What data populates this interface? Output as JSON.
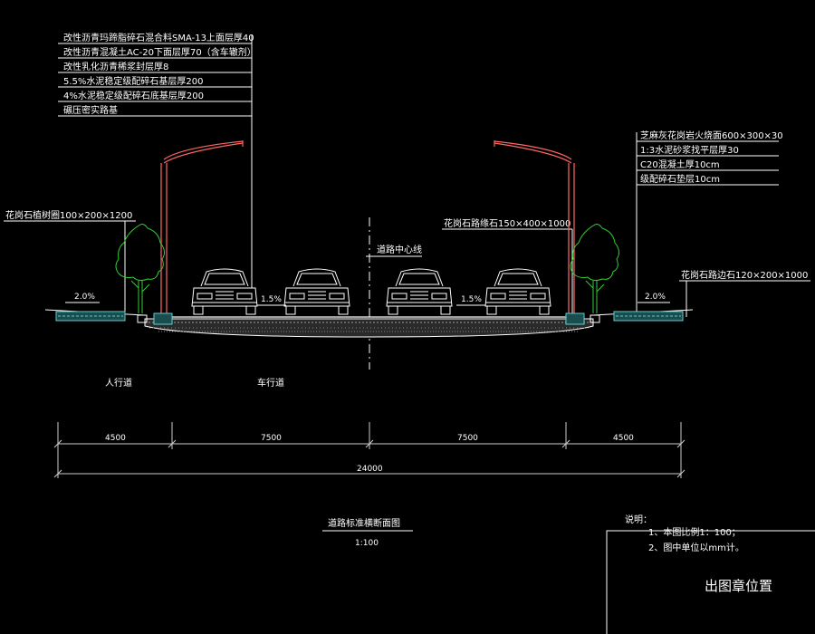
{
  "colors": {
    "background": "#000000",
    "line": "#ffffff",
    "pole": "#ff6666",
    "tree": "#33cc33",
    "ground": "#cccccc",
    "curb_fill": "#66cccc",
    "dimension": "#cccccc"
  },
  "pavement_layers": [
    "改性沥青玛蹄脂碎石混合料SMA-13上面层厚40",
    "改性沥青混凝土AC-20下面层厚70（含车辙剂）",
    "改性乳化沥青稀浆封层厚8",
    "5.5%水泥稳定级配碎石基层厚200",
    "4%水泥稳定级配碎石底基层厚200",
    "碾压密实路基"
  ],
  "sidewalk_layers": [
    "芝麻灰花岗岩火烧面600×300×30",
    "1:3水泥砂浆找平层厚30",
    "C20混凝土厚10cm",
    "级配碎石垫层10cm"
  ],
  "annotations": {
    "tree_pit": "花岗石植树圈100×200×1200",
    "curb_stone": "花岗石路缘石150×400×1000",
    "edge_stone": "花岗石路边石120×200×1000",
    "centerline": "道路中心线",
    "slope_left_walk": "2.0%",
    "slope_left_lane": "1.5%",
    "slope_right_lane": "1.5%",
    "slope_right_walk": "2.0%"
  },
  "zones": {
    "sidewalk": "人行道",
    "carriageway": "车行道"
  },
  "dimensions": {
    "segments": [
      "4500",
      "7500",
      "7500",
      "4500"
    ],
    "total": "24000"
  },
  "title": {
    "main": "道路标准横断面图",
    "scale": "1:100"
  },
  "notes": {
    "heading": "说明：",
    "items": [
      "1、本图比例1：100；",
      "2、图中单位以mm计。"
    ]
  },
  "stamp_box": {
    "label": "出图章位置"
  }
}
